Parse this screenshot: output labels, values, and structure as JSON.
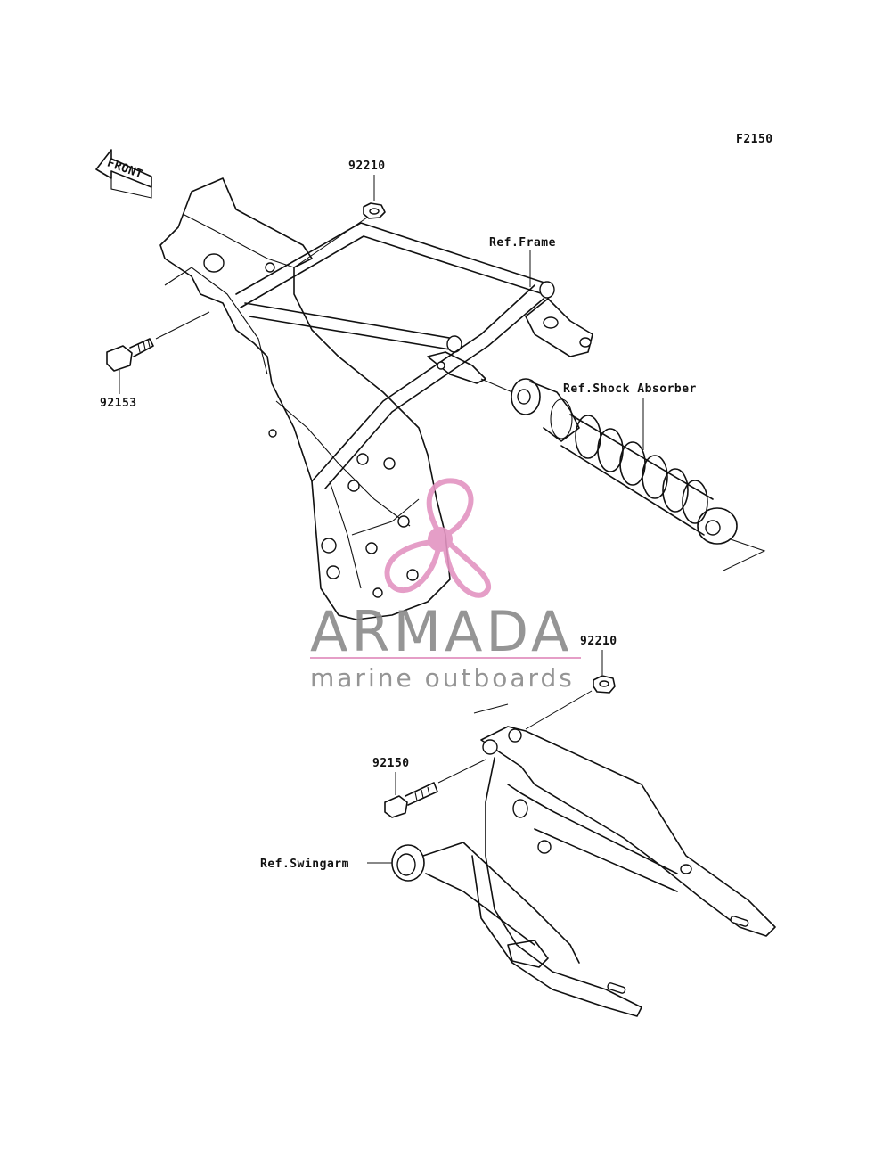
{
  "figure_code": "F2150",
  "front_arrow_text": "FRONT",
  "callouts": {
    "nut_top": "92210",
    "bolt_top": "92153",
    "frame_ref": "Ref.Frame",
    "shock_ref": "Ref.Shock Absorber",
    "nut_bottom": "92210",
    "bolt_bottom": "92150",
    "swingarm_ref": "Ref.Swingarm"
  },
  "watermark": {
    "brand": "ARMADA",
    "tagline": "marine outboards",
    "accent_color": "#e394c2",
    "text_color": "#8a8a8a"
  }
}
